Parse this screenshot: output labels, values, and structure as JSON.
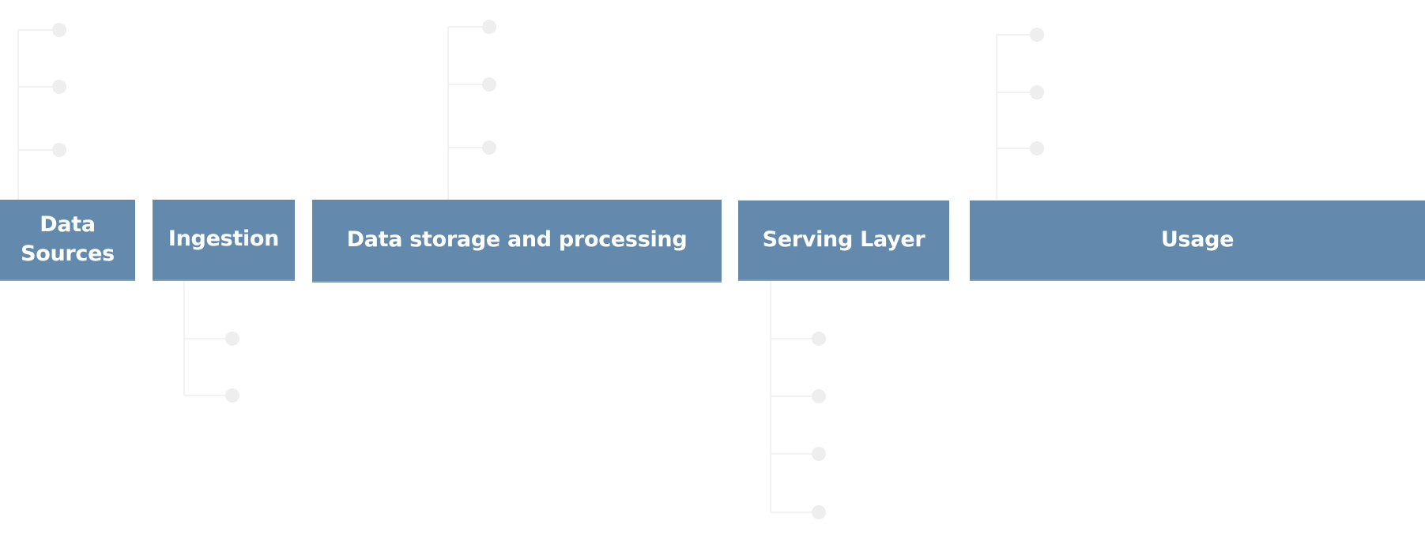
{
  "diagram": {
    "colors": {
      "box_fill": "#638aac",
      "connector_line": "#eeeeee",
      "connector_dot": "#eeeeee",
      "label_text": "#ffffff"
    },
    "stages": [
      {
        "id": "data-sources",
        "label_line1": "Data",
        "label_line2": "Sources",
        "placeholder_count": 3,
        "placeholder_side": "above"
      },
      {
        "id": "ingestion",
        "label": "Ingestion",
        "placeholder_count": 2,
        "placeholder_side": "below"
      },
      {
        "id": "data-storage",
        "label": "Data storage and processing",
        "placeholder_count": 3,
        "placeholder_side": "above"
      },
      {
        "id": "serving-layer",
        "label": "Serving Layer",
        "placeholder_count": 4,
        "placeholder_side": "below"
      },
      {
        "id": "usage",
        "label": "Usage",
        "placeholder_count": 3,
        "placeholder_side": "above"
      }
    ]
  }
}
